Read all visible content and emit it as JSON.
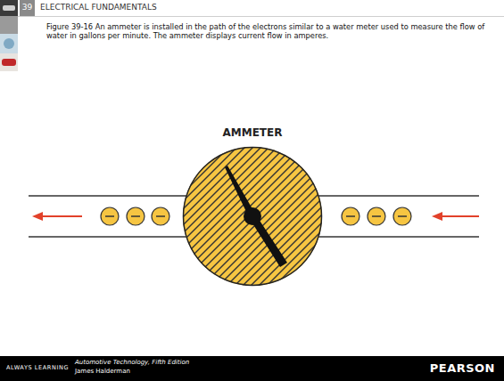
{
  "diagram": {
    "title": "ELECTRICAL FUNDAMENTALS",
    "caption": "Figure 39-16 An ammeter is installed in the path of the electrons similar to a water meter used to measure the flow of water in gallons per minute. The ammeter displays current flow in amperes.",
    "nodes": [
      {
        "text": [
          "AMMETER"
        ]
      }
    ],
    "labels": [
      "39",
      "ALWAYS LEARNING",
      "Automotive Technology, Fifth Edition",
      "James Halderman",
      "PEARSON"
    ]
  }
}
